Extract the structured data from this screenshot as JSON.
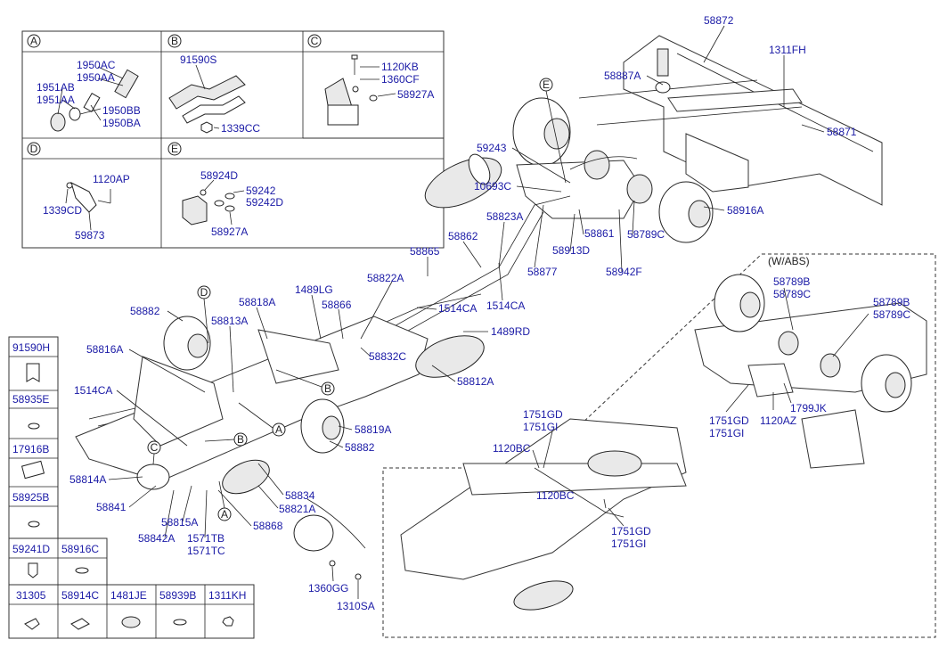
{
  "detail_boxes": [
    {
      "letter": "A",
      "labels": [
        "1950AC",
        "1950AA",
        "1951AB",
        "1951AA",
        "1950BB",
        "1950BA"
      ]
    },
    {
      "letter": "B",
      "labels": [
        "91590S",
        "1339CC"
      ]
    },
    {
      "letter": "C",
      "labels": [
        "1120KB",
        "1360CF",
        "58927A"
      ]
    },
    {
      "letter": "D",
      "labels": [
        "1120AP",
        "1339CD",
        "59873"
      ]
    },
    {
      "letter": "E",
      "labels": [
        "58924D",
        "59242",
        "59242D",
        "58927A"
      ]
    }
  ],
  "left_legend": [
    "91590H",
    "58935E",
    "17916B",
    "58925B"
  ],
  "bottom_legend": [
    "59241D",
    "58916C",
    "31305",
    "58914C",
    "1481JE",
    "58939B",
    "1311KH"
  ],
  "main_labels": [
    "58872",
    "1311FH",
    "58887A",
    "58871",
    "59243",
    "10693C",
    "58916A",
    "58823A",
    "58862",
    "58865",
    "58861",
    "58789C",
    "58913D",
    "58942F",
    "58877",
    "58822A",
    "1489LG",
    "58818A",
    "58866",
    "1514CA",
    "1514CA",
    "1489RD",
    "58882",
    "58813A",
    "58816A",
    "58832C",
    "58812A",
    "1514CA",
    "58819A",
    "58882",
    "58814A",
    "58834",
    "58841",
    "58821A",
    "58842A",
    "58815A",
    "58868",
    "1571TB",
    "1571TC",
    "1360GG",
    "1310SA"
  ],
  "abs_section": {
    "title": "(W/ABS)",
    "labels": [
      "58789B",
      "58789C",
      "58789B",
      "58789C",
      "1751GD",
      "1751GI",
      "1120AZ",
      "1799JK",
      "1751GD",
      "1751GI",
      "1120BC",
      "1120BC",
      "1751GD",
      "1751GI"
    ]
  },
  "callouts": [
    "E",
    "D",
    "B",
    "A",
    "B",
    "C",
    "A"
  ]
}
